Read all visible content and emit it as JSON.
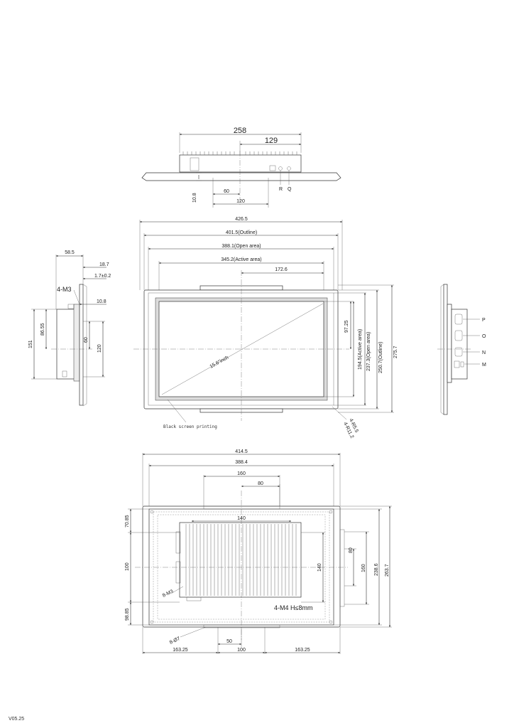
{
  "version": "V05.25",
  "top_view": {
    "width": "258",
    "half": "129",
    "offset_60": "60",
    "offset_120": "120",
    "height_10_8": "10.8",
    "port_r": "R",
    "port_q": "Q"
  },
  "front_view": {
    "width": "426.5",
    "outline": "401.5(Outline)",
    "open_area": "388.1(Open area)",
    "active_area": "345.2(Active area)",
    "half": "172.6",
    "half_v": "97.25",
    "active_v": "194.5(Active area)",
    "open_v": "237.3(Open area)",
    "outline_v": "250.7(Outline)",
    "height": "275.7",
    "diagonal": "15.6\"inch",
    "printing": "Black screen printing",
    "radius_1": "4-R5.5",
    "radius_2": "4-R11.2"
  },
  "side_view": {
    "depth": "58.5",
    "d_18_7": "18.7",
    "d_1_7": "1.7±0.2",
    "screw": "4-M3",
    "d_10_8": "10.8",
    "h_151": "151",
    "h_86_55": "86.55",
    "h_60": "60",
    "h_120": "120"
  },
  "right_view": {
    "p": "P",
    "o": "O",
    "n": "N",
    "m": "M"
  },
  "back_view": {
    "width": "414.5",
    "w_388_4": "388.4",
    "w_160": "160",
    "w_80": "80",
    "w_140": "140",
    "left_top": "70.85",
    "left_mid": "100",
    "left_bot": "98.85",
    "screw_m3": "8-M3",
    "screw_m4": "4-M4 H≤8mm",
    "hole": "8-Ø7",
    "b_50": "50",
    "b_163_a": "163.25",
    "b_100": "100",
    "b_163_b": "163.25",
    "v_140": "140",
    "v_80": "80",
    "v_160": "160",
    "v_238_6": "238.6",
    "v_263_7": "263.7"
  }
}
